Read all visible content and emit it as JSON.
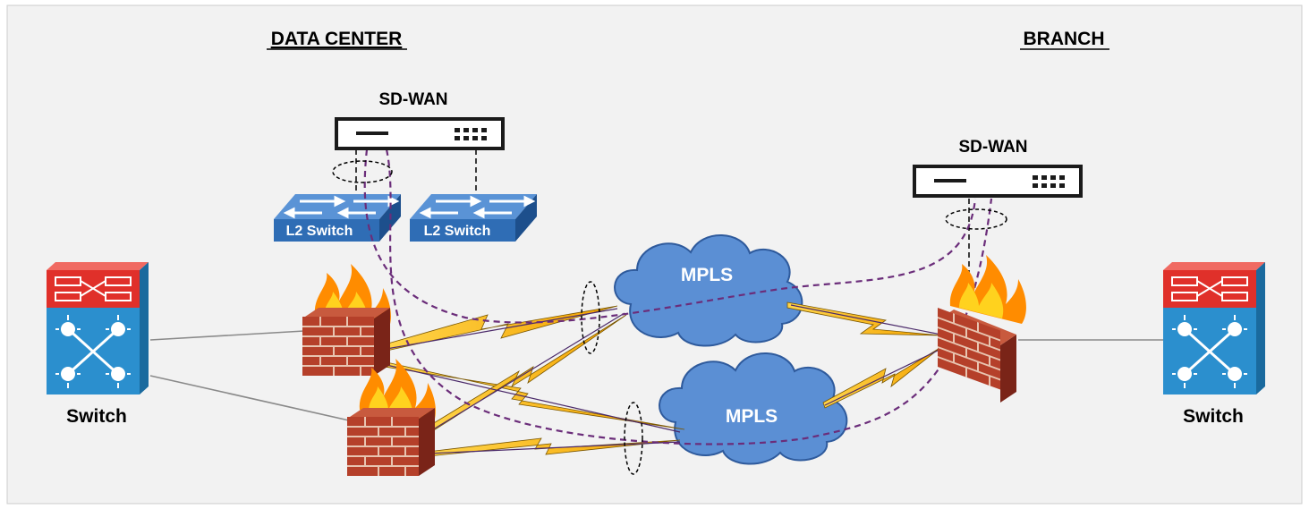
{
  "headings": {
    "data_center": "DATA CENTER",
    "branch": "BRANCH"
  },
  "devices": {
    "dc_sdwan_label": "SD-WAN",
    "branch_sdwan_label": "SD-WAN",
    "l2_switch_1_label": "L2 Switch",
    "l2_switch_2_label": "L2 Switch",
    "dc_switch_label": "Switch",
    "branch_switch_label": "Switch"
  },
  "clouds": {
    "mpls_1_label": "MPLS",
    "mpls_2_label": "MPLS"
  },
  "colors": {
    "background": "#f2f2f2",
    "frame": "#cccccc",
    "cloud_fill": "#5b8fd4",
    "cloud_stroke": "#2e5a9c",
    "overlay_tunnel": "#6b2d7a",
    "wan_link": "#f4b400",
    "switch_red": "#e0302a",
    "switch_blue": "#2b8fce",
    "l2_switch_blue": "#2f6db5",
    "firewall_brick": "#b5402a",
    "flame_orange": "#ff8c00"
  }
}
